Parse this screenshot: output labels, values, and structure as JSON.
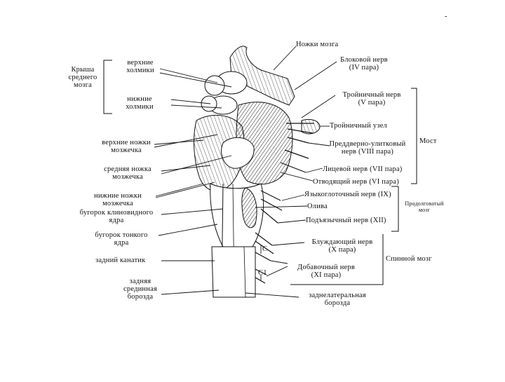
{
  "corner_mark": "-",
  "labels": {
    "krysha_1": "Крыша",
    "krysha_2": "среднего",
    "krysha_3": "мозга",
    "verkhnie_kholmiki_1": "верхние",
    "verkhnie_kholmiki_2": "холмики",
    "nizhnie_kholmiki_1": "нижние",
    "nizhnie_kholmiki_2": "холмики",
    "verkhnie_nozhki_1": "верхние ножки",
    "verkhnie_nozhki_2": "мозжечка",
    "srednie_nozhki_1": "средняя ножка",
    "srednie_nozhki_2": "мозжечка",
    "nizhnie_nozhki_1": "нижние ножки",
    "nizhnie_nozhki_2": "мозжечка",
    "bugorok_klinovidnogo_1": "бугорок клиновидного",
    "bugorok_klinovidnogo_2": "ядра",
    "bugorok_tonkogo_1": "бугорок тонкого",
    "bugorok_tonkogo_2": "ядра",
    "zadniy_kanatik": "задний канатик",
    "zadnyaya_borozda_1": "задняя",
    "zadnyaya_borozda_2": "срединная",
    "zadnyaya_borozda_3": "борозда",
    "nozhki_mozga": "Ножки мозга",
    "blokovoy_1": "Блоковой нерв",
    "blokovoy_2": "(IV пара)",
    "troynichny_1": "Тройничный нерв",
    "troynichny_2": "(V пара)",
    "troynichny_uzel": "Тройничный узел",
    "predverno_1": "Преддверно-улитковый",
    "predverno_2": "нерв (VIII пара)",
    "most": "Мост",
    "litsevoy": "Лицевой нерв (VII пара)",
    "otvodyashchiy": "Отводящий нерв (VI пара)",
    "yazykoglotochny": "Языкоглоточный нерв (IX)",
    "oliva": "Олива",
    "prodolgovaty_1": "Продолговатый",
    "prodolgovaty_2": "мозг",
    "podyazychny": "Подъязычный нерв (XII)",
    "bluzhdayushchiy_1": "Блуждающий нерв",
    "bluzhdayushchiy_2": "(X пара)",
    "spinnoy_mozg": "Спинной мозг",
    "c_label": "C",
    "c1_label": "C1",
    "dobavochny_1": "Добавочный нерв",
    "dobavochny_2": "(XI пара)",
    "zadnelateralnaya_1": "заднелатеральная",
    "zadnelateralnaya_2": "борозда"
  },
  "colors": {
    "ink": "#111111",
    "paper": "#ffffff"
  }
}
